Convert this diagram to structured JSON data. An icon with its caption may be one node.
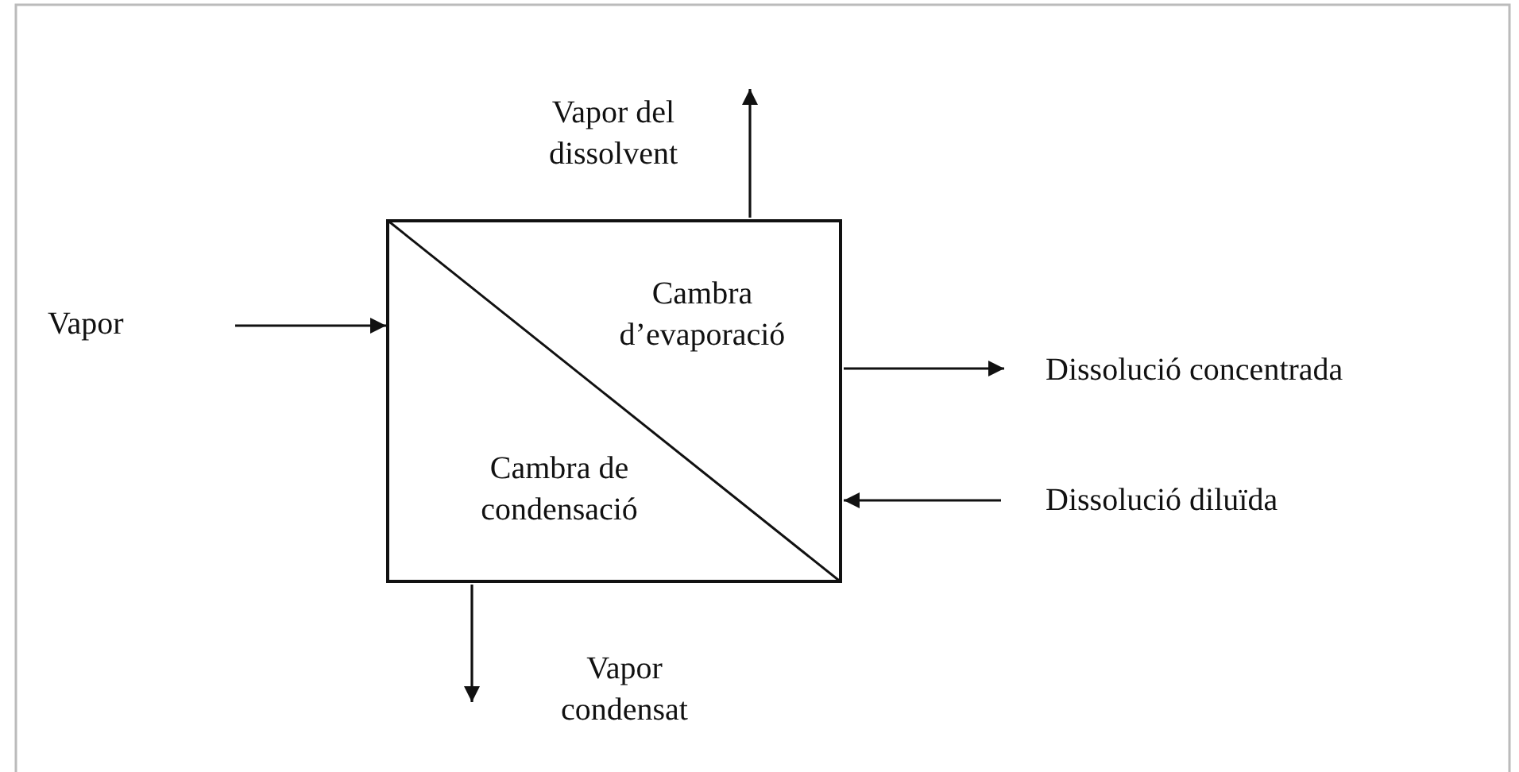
{
  "diagram": {
    "nodes": [
      {
        "text": [
          "Cambra d’evaporació",
          "Cambra de condensació"
        ]
      },
      {
        "text": [
          "Vapor"
        ]
      },
      {
        "text": [
          "Vapor del dissolvent"
        ]
      },
      {
        "text": [
          "Dissolució concentrada"
        ]
      },
      {
        "text": [
          "Dissolució diluïda"
        ]
      },
      {
        "text": [
          "Vapor condensat"
        ]
      }
    ],
    "edges": [
      {
        "from": 1,
        "to": 0,
        "arrow": "to"
      },
      {
        "from": 0,
        "to": 2,
        "arrow": "to"
      },
      {
        "from": 0,
        "to": 3,
        "arrow": "to"
      },
      {
        "from": 4,
        "to": 0,
        "arrow": "to"
      },
      {
        "from": 0,
        "to": 5,
        "arrow": "to"
      }
    ]
  }
}
